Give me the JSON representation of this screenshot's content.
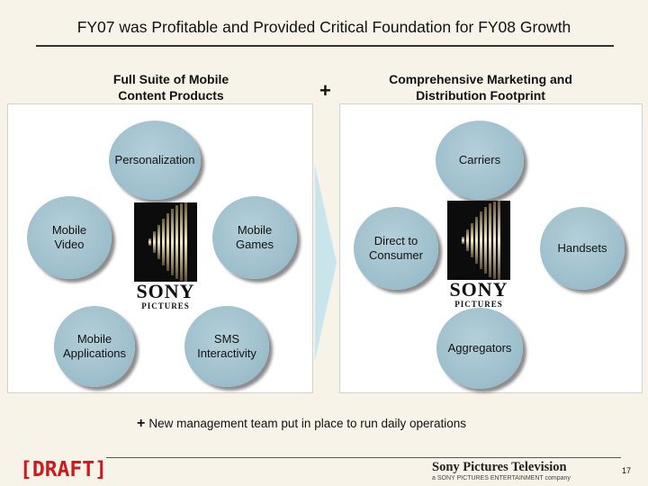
{
  "title": "FY07 was Profitable and Provided Critical Foundation for FY08 Growth",
  "left_heading": "Full Suite of Mobile Content Products",
  "right_heading": "Comprehensive Marketing and Distribution Footprint",
  "plus_symbol": "+",
  "left_circles": {
    "personalization": "Personalization",
    "mobile_video": "Mobile Video",
    "mobile_games": "Mobile Games",
    "mobile_applications": "Mobile Applications",
    "sms_interactivity": "SMS Interactivity"
  },
  "right_circles": {
    "carriers": "Carriers",
    "direct_to_consumer": "Direct to Consumer",
    "handsets": "Handsets",
    "aggregators": "Aggregators"
  },
  "logo": {
    "sony": "SONY",
    "pictures": "PICTURES"
  },
  "note": "New management team put in place to run daily operations",
  "draft_label": "[DRAFT]",
  "footer": {
    "brand": "Sony Pictures Television",
    "sub": "a SONY PICTURES ENTERTAINMENT company",
    "page_number": "17"
  },
  "colors": {
    "circle_fill": "#9fc0cd",
    "draft_red": "#cc1a1a",
    "arrow_fill": "#c9e4ea"
  }
}
